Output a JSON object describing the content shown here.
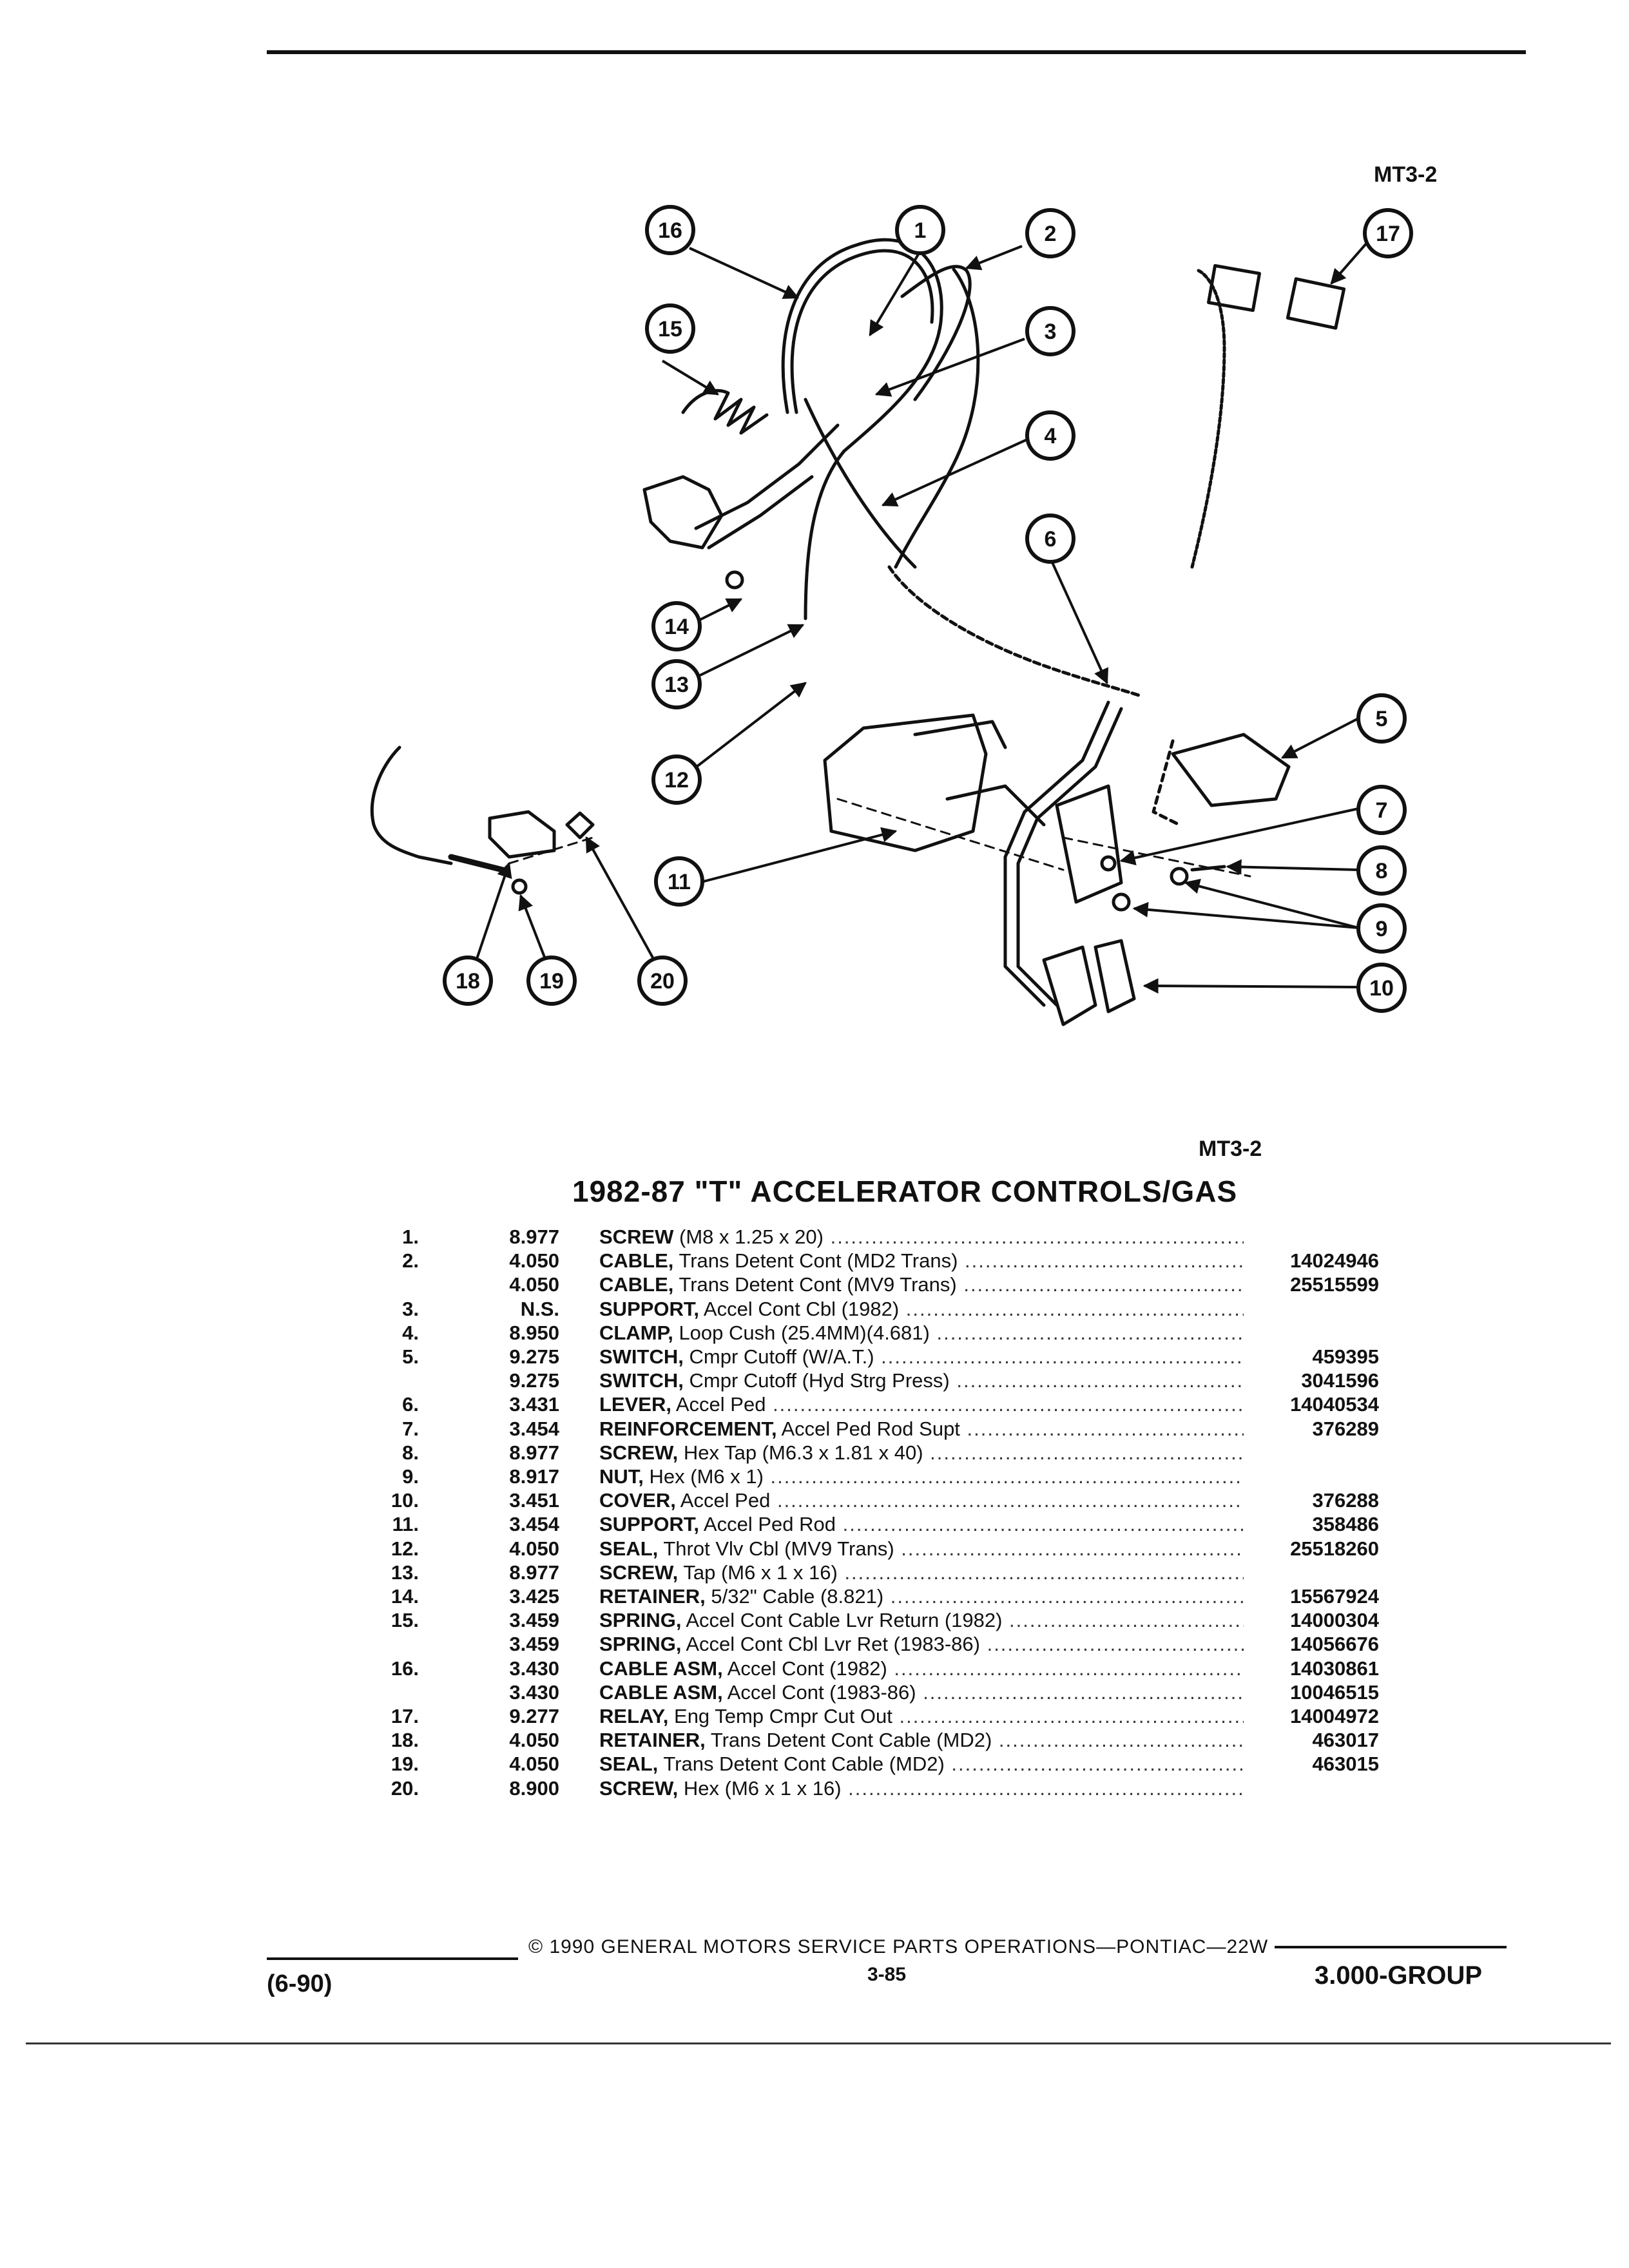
{
  "header": {
    "code_top": "MT3-2",
    "code_bottom": "MT3-2"
  },
  "callouts": [
    "1",
    "2",
    "3",
    "4",
    "5",
    "6",
    "7",
    "8",
    "9",
    "10",
    "11",
    "12",
    "13",
    "14",
    "15",
    "16",
    "17",
    "18",
    "19",
    "20"
  ],
  "parts_list": {
    "title": "1982-87 \"T\" ACCELERATOR CONTROLS/GAS",
    "rows": [
      {
        "num": "1.",
        "grp": "8.977",
        "name": "SCREW",
        "desc": " (M8 x 1.25 x 20)",
        "part": ""
      },
      {
        "num": "2.",
        "grp": "4.050",
        "name": "CABLE,",
        "desc": " Trans Detent Cont (MD2 Trans)",
        "part": "14024946"
      },
      {
        "num": "",
        "grp": "4.050",
        "name": "CABLE,",
        "desc": " Trans Detent Cont (MV9 Trans)",
        "part": "25515599"
      },
      {
        "num": "3.",
        "grp": "N.S.",
        "name": "SUPPORT,",
        "desc": " Accel Cont Cbl (1982)",
        "part": ""
      },
      {
        "num": "4.",
        "grp": "8.950",
        "name": "CLAMP,",
        "desc": " Loop Cush (25.4MM)(4.681)",
        "part": ""
      },
      {
        "num": "5.",
        "grp": "9.275",
        "name": "SWITCH,",
        "desc": " Cmpr Cutoff (W/A.T.)",
        "part": "459395"
      },
      {
        "num": "",
        "grp": "9.275",
        "name": "SWITCH,",
        "desc": " Cmpr Cutoff (Hyd Strg Press)",
        "part": "3041596"
      },
      {
        "num": "6.",
        "grp": "3.431",
        "name": "LEVER,",
        "desc": " Accel Ped",
        "part": "14040534"
      },
      {
        "num": "7.",
        "grp": "3.454",
        "name": "REINFORCEMENT,",
        "desc": " Accel Ped Rod Supt",
        "part": "376289"
      },
      {
        "num": "8.",
        "grp": "8.977",
        "name": "SCREW,",
        "desc": " Hex Tap (M6.3 x 1.81 x 40)",
        "part": ""
      },
      {
        "num": "9.",
        "grp": "8.917",
        "name": "NUT,",
        "desc": " Hex (M6 x 1)",
        "part": ""
      },
      {
        "num": "10.",
        "grp": "3.451",
        "name": "COVER,",
        "desc": " Accel Ped",
        "part": "376288"
      },
      {
        "num": "11.",
        "grp": "3.454",
        "name": "SUPPORT,",
        "desc": " Accel Ped Rod",
        "part": "358486"
      },
      {
        "num": "12.",
        "grp": "4.050",
        "name": "SEAL,",
        "desc": " Throt Vlv Cbl (MV9 Trans)",
        "part": "25518260"
      },
      {
        "num": "13.",
        "grp": "8.977",
        "name": "SCREW,",
        "desc": " Tap (M6 x 1 x 16)",
        "part": ""
      },
      {
        "num": "14.",
        "grp": "3.425",
        "name": "RETAINER,",
        "desc": " 5/32\" Cable (8.821)",
        "part": "15567924"
      },
      {
        "num": "15.",
        "grp": "3.459",
        "name": "SPRING,",
        "desc": " Accel Cont Cable Lvr Return (1982)",
        "part": "14000304"
      },
      {
        "num": "",
        "grp": "3.459",
        "name": "SPRING,",
        "desc": " Accel Cont Cbl Lvr Ret (1983-86)",
        "part": "14056676"
      },
      {
        "num": "16.",
        "grp": "3.430",
        "name": "CABLE ASM,",
        "desc": " Accel Cont (1982)",
        "part": "14030861"
      },
      {
        "num": "",
        "grp": "3.430",
        "name": "CABLE ASM,",
        "desc": " Accel Cont (1983-86)",
        "part": "10046515"
      },
      {
        "num": "17.",
        "grp": "9.277",
        "name": "RELAY,",
        "desc": " Eng Temp Cmpr Cut Out",
        "part": "14004972"
      },
      {
        "num": "18.",
        "grp": "4.050",
        "name": "RETAINER,",
        "desc": " Trans Detent Cont Cable (MD2)",
        "part": "463017"
      },
      {
        "num": "19.",
        "grp": "4.050",
        "name": "SEAL,",
        "desc": " Trans Detent Cont Cable (MD2)",
        "part": "463015"
      },
      {
        "num": "20.",
        "grp": "8.900",
        "name": "SCREW,",
        "desc": " Hex (M6 x 1 x 16)",
        "part": ""
      }
    ]
  },
  "footer": {
    "copyright": "© 1990 GENERAL MOTORS SERVICE PARTS OPERATIONS—PONTIAC—22W",
    "page": "3-85",
    "date": "(6-90)",
    "group": "3.000-GROUP"
  }
}
